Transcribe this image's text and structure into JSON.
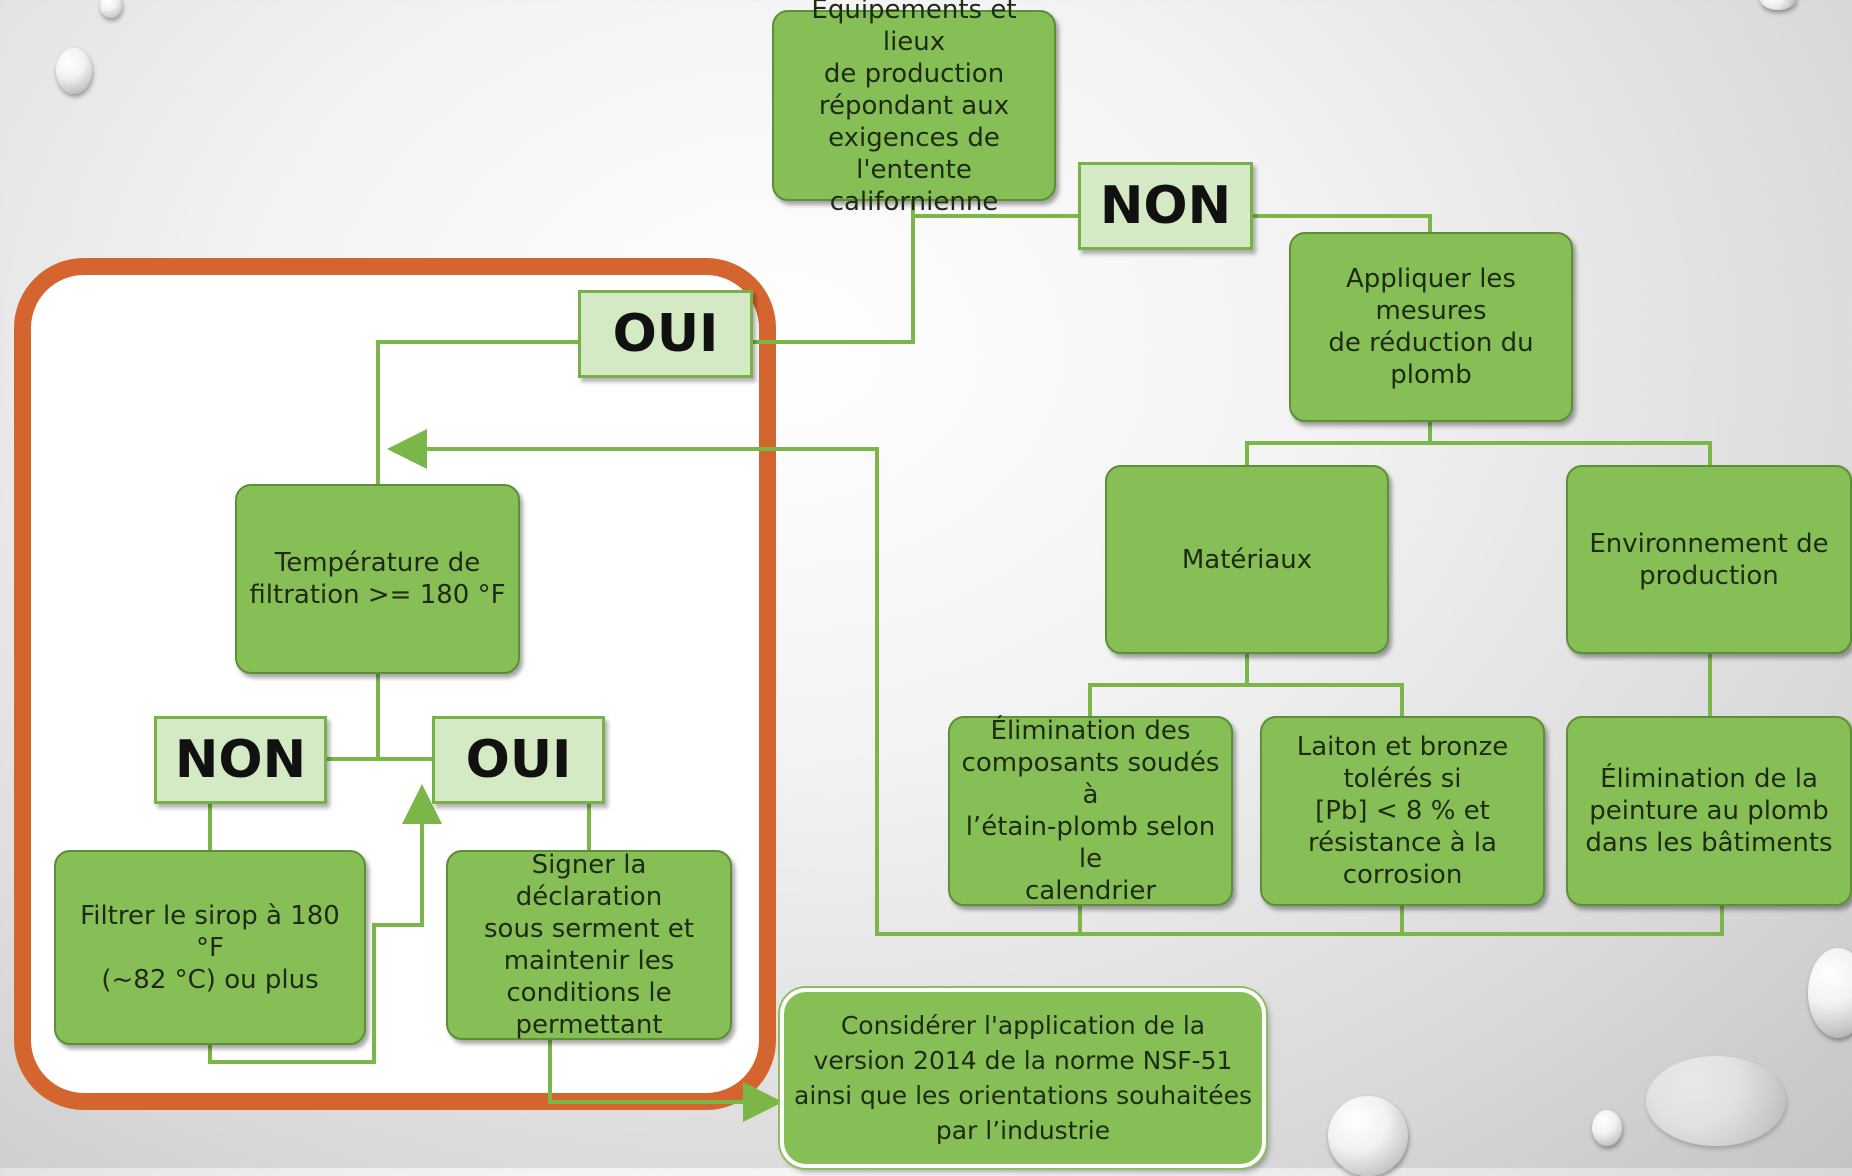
{
  "nodes": {
    "top": "Équipements et lieux\nde production\nrépondant aux\nexigences de\nl'entente californienne",
    "apply": "Appliquer les mesures\nde réduction du\nplomb",
    "materials": "Matériaux",
    "environment": "Environnement de\nproduction",
    "elimination_solder": "Élimination des\ncomposants soudés à\nl’étain-plomb selon le\ncalendrier",
    "brass": "Laiton et bronze\ntolérés si\n[Pb] < 8 % et\nrésistance à la\ncorrosion",
    "elimination_paint": "Élimination de la\npeinture au plomb\ndans les bâtiments",
    "temperature": "Température de\nfiltration >= 180 °F",
    "filter": "Filtrer le sirop à 180 °F\n(~82 °C) ou plus",
    "sign": "Signer la déclaration\nsous serment et\nmaintenir les\nconditions le\npermettant",
    "nsf": "Considérer l'application de la\nversion 2014 de la norme NSF-51\nainsi que les orientations souhaitées\npar l’industrie"
  },
  "labels": {
    "non_top": "NON",
    "oui_top": "OUI",
    "non_temp": "NON",
    "oui_temp": "OUI"
  },
  "colors": {
    "box_fill": "#86bf56",
    "label_fill": "#d3eac4",
    "connector": "#7ab648",
    "highlight_border": "#d4652f"
  }
}
